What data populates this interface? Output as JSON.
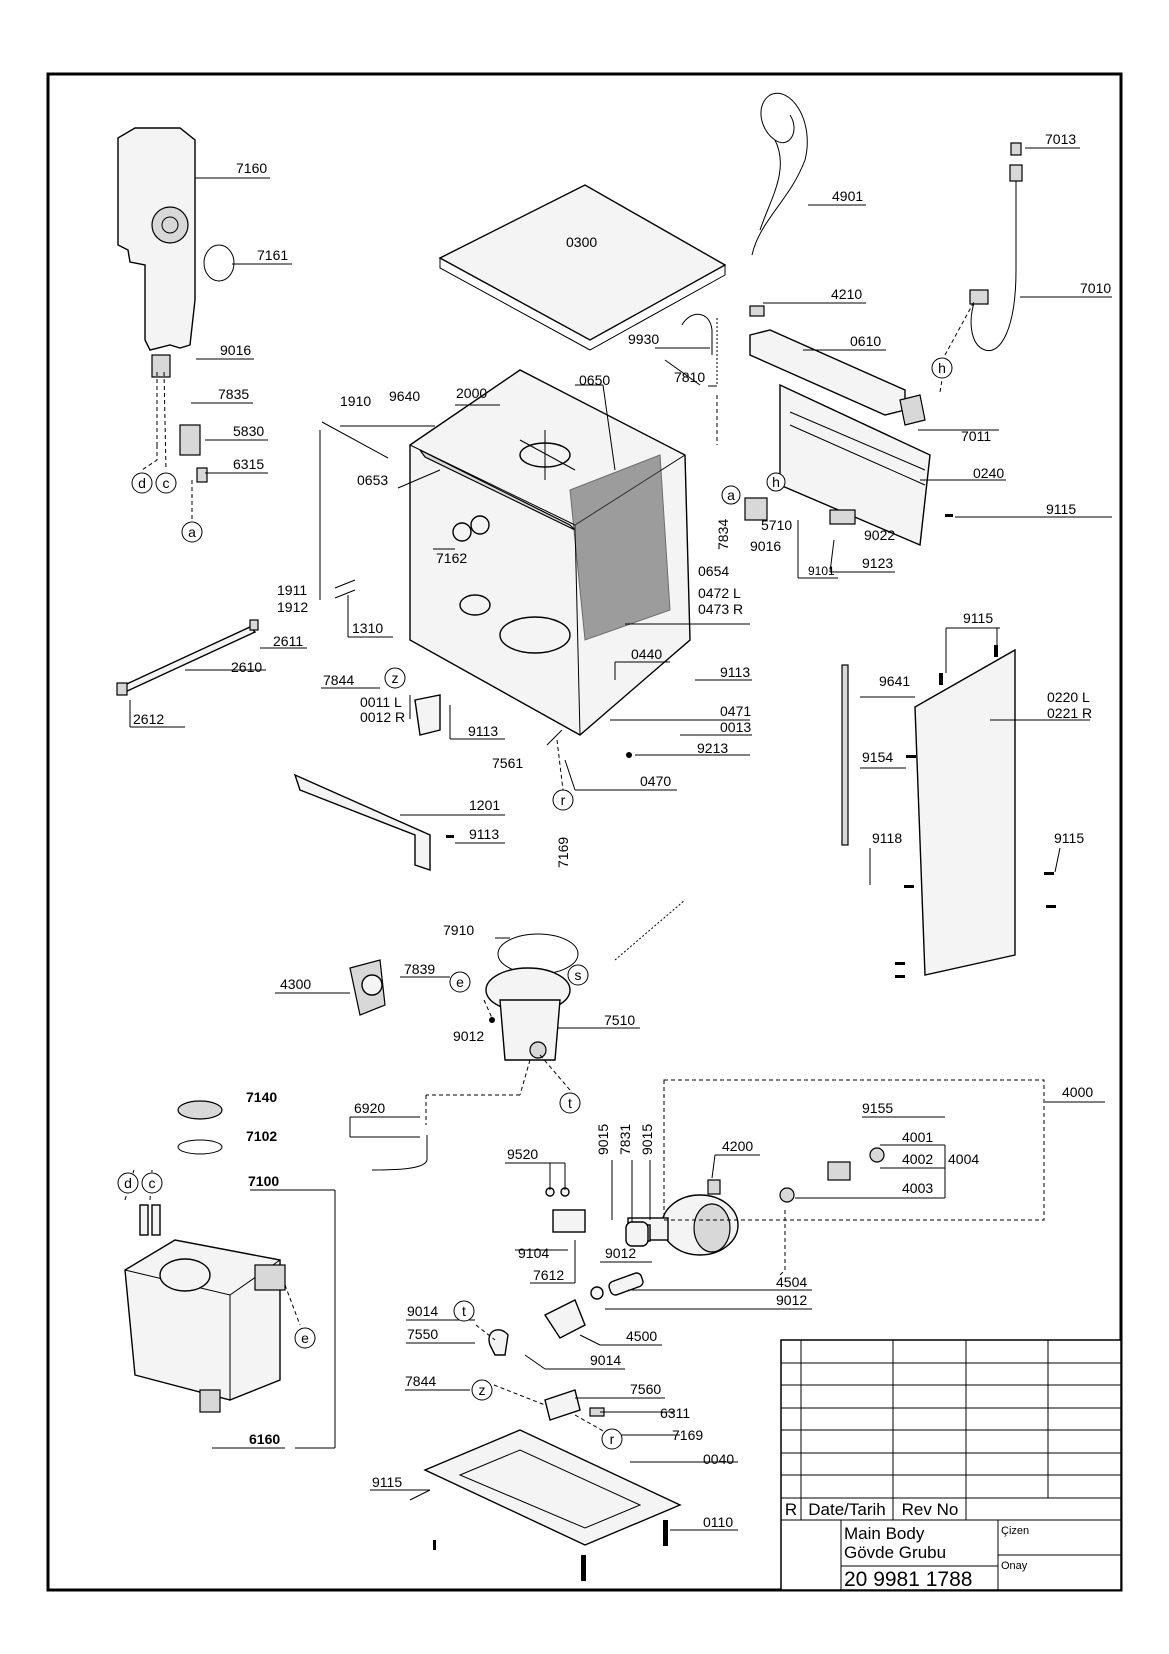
{
  "parts": {
    "p7160": "7160",
    "p7161": "7161",
    "p9016a": "9016",
    "p7835": "7835",
    "p5830": "5830",
    "p6315": "6315",
    "p4901": "4901",
    "p7013": "7013",
    "p7010": "7010",
    "p0300": "0300",
    "p4210": "4210",
    "p0610": "0610",
    "p9930": "9930",
    "p7810": "7810",
    "p1910": "1910",
    "p9640": "9640",
    "p2000": "2000",
    "p0650": "0650",
    "p0653": "0653",
    "p7162": "7162",
    "p7011": "7011",
    "p0240": "0240",
    "p9115a": "9115",
    "p5710": "5710",
    "p9016b": "9016",
    "p9022": "9022",
    "p9101": "9101",
    "p9123": "9123",
    "p7834": "7834",
    "p0654": "0654",
    "p0472": "0472 L",
    "p0473": "0473 R",
    "p1911": "1911",
    "p1912": "1912",
    "p1310": "1310",
    "p2611": "2611",
    "p2610": "2610",
    "p2612": "2612",
    "p7844a": "7844",
    "p0011": "0011 L",
    "p0012": "0012 R",
    "p9113a": "9113",
    "p0440": "0440",
    "p9113b": "9113",
    "p0471": "0471",
    "p0013": "0013",
    "p9213": "9213",
    "p7561": "7561",
    "p0470": "0470",
    "p7169a": "7169",
    "p1201": "1201",
    "p9113c": "9113",
    "p9115b": "9115",
    "p0220": "0220 L",
    "p0221": "0221 R",
    "p9641": "9641",
    "p9154": "9154",
    "p9118": "9118",
    "p9115c": "9115",
    "p7910": "7910",
    "p4300": "4300",
    "p7839": "7839",
    "p9012a": "9012",
    "p7510": "7510",
    "p4000": "4000",
    "p7140": "7140",
    "p7102": "7102",
    "p6920": "6920",
    "p9155": "9155",
    "p4001": "4001",
    "p4002": "4002",
    "p4004": "4004",
    "p4003": "4003",
    "p4200": "4200",
    "p9520": "9520",
    "p9015a": "9015",
    "p7831": "7831",
    "p9015b": "9015",
    "p7100": "7100",
    "p9104": "9104",
    "p9012b": "9012",
    "p7612": "7612",
    "p4504": "4504",
    "p9014a": "9014",
    "p9012c": "9012",
    "p7550": "7550",
    "p4500": "4500",
    "p9014b": "9014",
    "p6160": "6160",
    "p7844b": "7844",
    "p7560": "7560",
    "p6311": "6311",
    "p7169b": "7169",
    "p0040": "0040",
    "p9115d": "9115",
    "p0110": "0110"
  },
  "markers": {
    "a": "a",
    "c": "c",
    "d": "d",
    "e": "e",
    "h": "h",
    "r": "r",
    "s": "s",
    "t": "t",
    "z": "z"
  },
  "title_block": {
    "col_r": "R",
    "col_date": "Date/Tarih",
    "col_rev": "Rev No",
    "name_line1": "Main Body",
    "name_line2": "Gövde Grubu",
    "drawn_label": "Çizen",
    "approved_label": "Onay",
    "drawing_number": "20 9981 1788"
  }
}
